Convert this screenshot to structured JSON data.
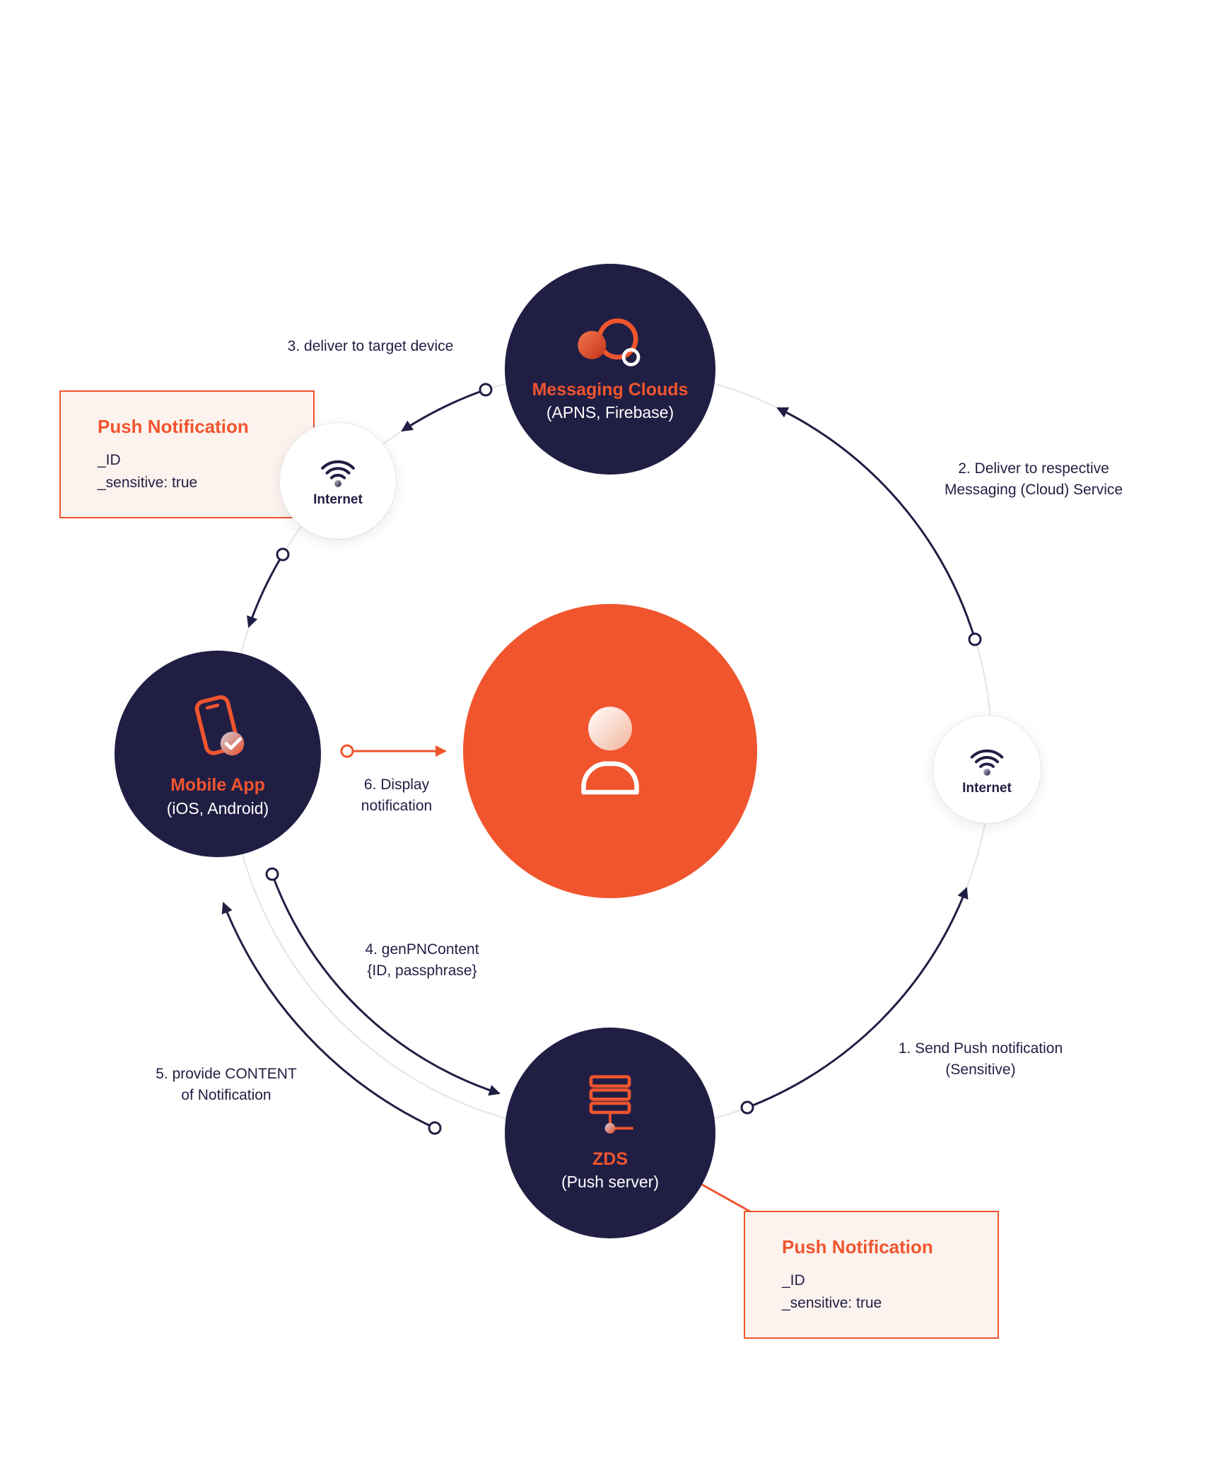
{
  "colors": {
    "navy": "#211e44",
    "orange": "#f0552e",
    "peach_bg": "#fdf3ee",
    "ring_gray": "#e8e8e8",
    "white": "#ffffff"
  },
  "nodes": {
    "messaging_clouds": {
      "title": "Messaging Clouds",
      "subtitle": "(APNS, Firebase)",
      "icon": "cloud-icon"
    },
    "internet_top_left": {
      "label": "Internet",
      "icon": "wifi-icon"
    },
    "internet_right": {
      "label": "Internet",
      "icon": "wifi-icon"
    },
    "mobile_app": {
      "title": "Mobile App",
      "subtitle": "(iOS, Android)",
      "icon": "smartphone-check-icon"
    },
    "zds": {
      "title": "ZDS",
      "subtitle": "(Push server)",
      "icon": "server-icon"
    },
    "user": {
      "icon": "person-icon"
    }
  },
  "steps": {
    "step1": {
      "line1": "1. Send Push notification",
      "line2": "(Sensitive)"
    },
    "step2": {
      "line1": "2. Deliver to respective",
      "line2": "Messaging (Cloud) Service"
    },
    "step3": {
      "line1": "3. deliver to target device"
    },
    "step4": {
      "line1": "4. genPNContent",
      "line2": "{ID, passphrase}"
    },
    "step5": {
      "line1": "5. provide CONTENT",
      "line2": "of Notification"
    },
    "step6": {
      "line1": "6. Display",
      "line2": "notification"
    }
  },
  "callouts": {
    "top_left": {
      "title": "Push Notification",
      "fields": [
        "_ID",
        "_sensitive: true"
      ]
    },
    "bottom_right": {
      "title": "Push Notification",
      "fields": [
        "_ID",
        "_sensitive: true"
      ]
    }
  }
}
